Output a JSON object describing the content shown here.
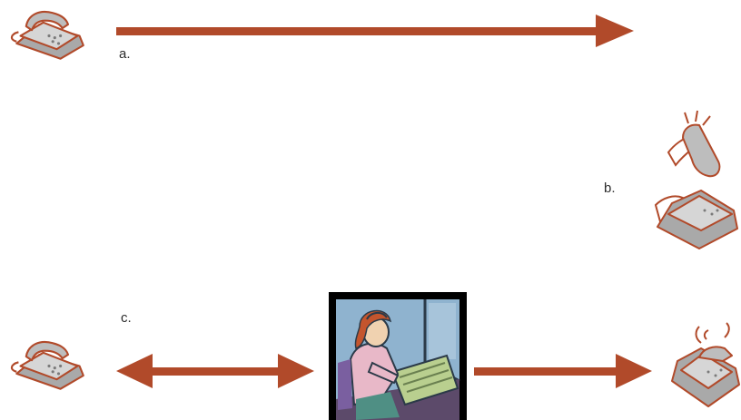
{
  "labels": {
    "a": "a.",
    "b": "b.",
    "c": "c."
  },
  "colors": {
    "arrow": "#b14a2a",
    "phone_body": "#cfcfcf",
    "phone_shadow": "#a9a9a9",
    "phone_outline": "#b14a2a",
    "operator_frame": "#000000",
    "operator_background": "#8fb3cf",
    "operator_hair": "#c4552d",
    "operator_console": "#b9cf8f"
  },
  "icons": {
    "caller_phone_a": "desk-telephone-icon",
    "receiver_phone_b": "ringing-telephone-handset-lifted-icon",
    "caller_phone_c": "desk-telephone-icon",
    "operator": "telephone-operator-at-switchboard-icon",
    "receiver_phone_c": "ringing-telephone-icon"
  }
}
